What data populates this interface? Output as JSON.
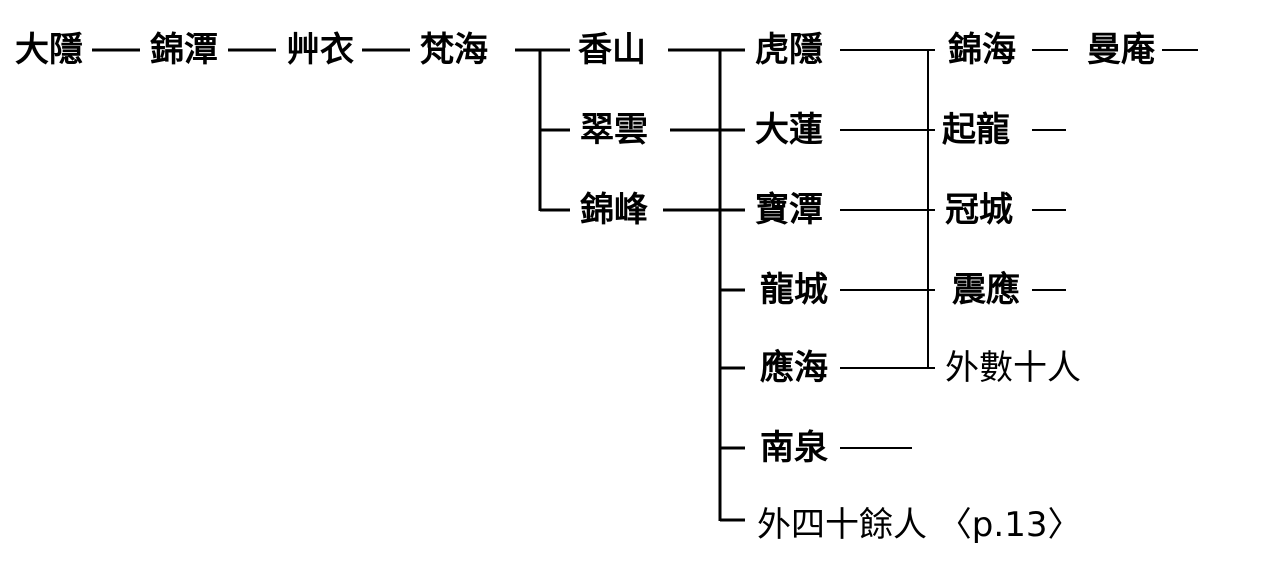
{
  "lineage": {
    "main_line": [
      "大隱",
      "錦潭",
      "艸衣",
      "梵海"
    ],
    "gen5": [
      "香山",
      "翠雲",
      "錦峰"
    ],
    "gen6": [
      "虎隱",
      "大蓮",
      "寶潭",
      "龍城",
      "應海",
      "南泉",
      "外四十餘人 〈p.13〉"
    ],
    "gen7": [
      "錦海",
      "起龍",
      "冠城",
      "震應",
      "外數十人"
    ],
    "gen8": [
      "曼庵"
    ]
  }
}
